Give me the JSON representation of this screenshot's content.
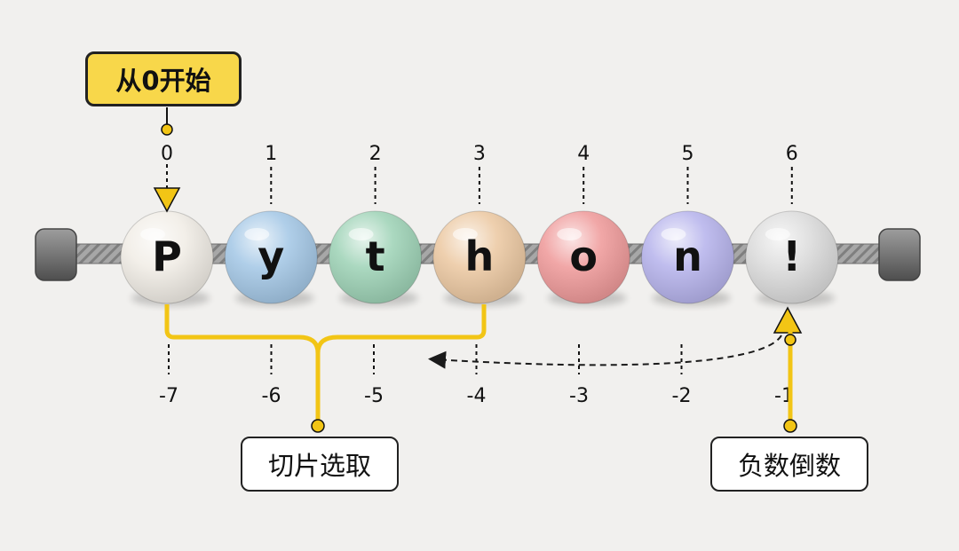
{
  "callouts": {
    "start": "从0开始",
    "slice": "切片选取",
    "negative": "负数倒数"
  },
  "beads": [
    {
      "char": "P",
      "color": "#f1ede6",
      "index": "0",
      "neg_index": "-7"
    },
    {
      "char": "y",
      "color": "#a5c8e6",
      "index": "1",
      "neg_index": "-6"
    },
    {
      "char": "t",
      "color": "#9fd3b7",
      "index": "2",
      "neg_index": "-5"
    },
    {
      "char": "h",
      "color": "#ecc9a3",
      "index": "3",
      "neg_index": "-4"
    },
    {
      "char": "o",
      "color": "#ef9b9b",
      "index": "4",
      "neg_index": "-3"
    },
    {
      "char": "n",
      "color": "#b7b4ec",
      "index": "5",
      "neg_index": "-2"
    },
    {
      "char": "!",
      "color": "#dcdcdc",
      "index": "6",
      "neg_index": "-1"
    }
  ],
  "colors": {
    "accent": "#f2c515",
    "ink": "#111111",
    "rod": "#9a9a9a",
    "cap": "#6f6f6f"
  }
}
